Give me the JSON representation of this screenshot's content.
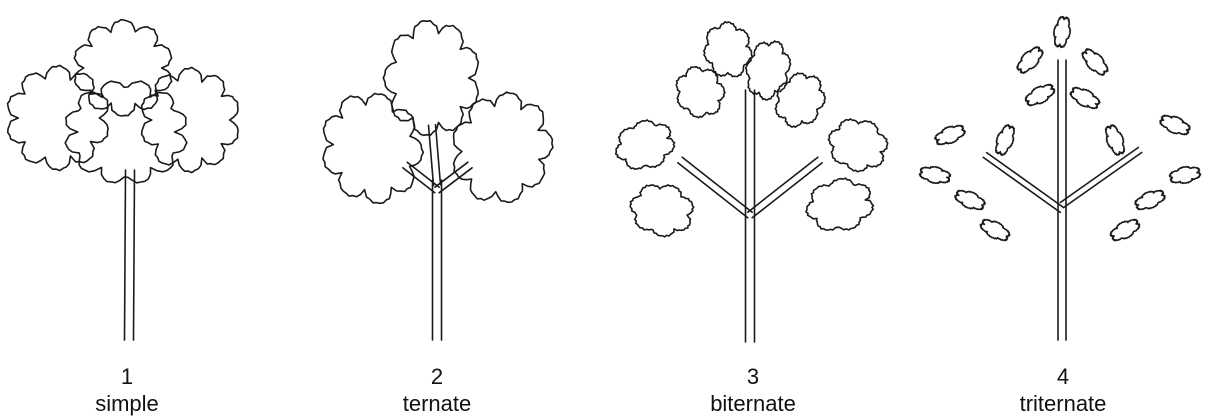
{
  "figures": [
    {
      "id": "simple",
      "number": "1",
      "label": "simple"
    },
    {
      "id": "ternate",
      "number": "2",
      "label": "ternate"
    },
    {
      "id": "biternate",
      "number": "3",
      "label": "biternate"
    },
    {
      "id": "triternate",
      "number": "4",
      "label": "triternate"
    }
  ]
}
